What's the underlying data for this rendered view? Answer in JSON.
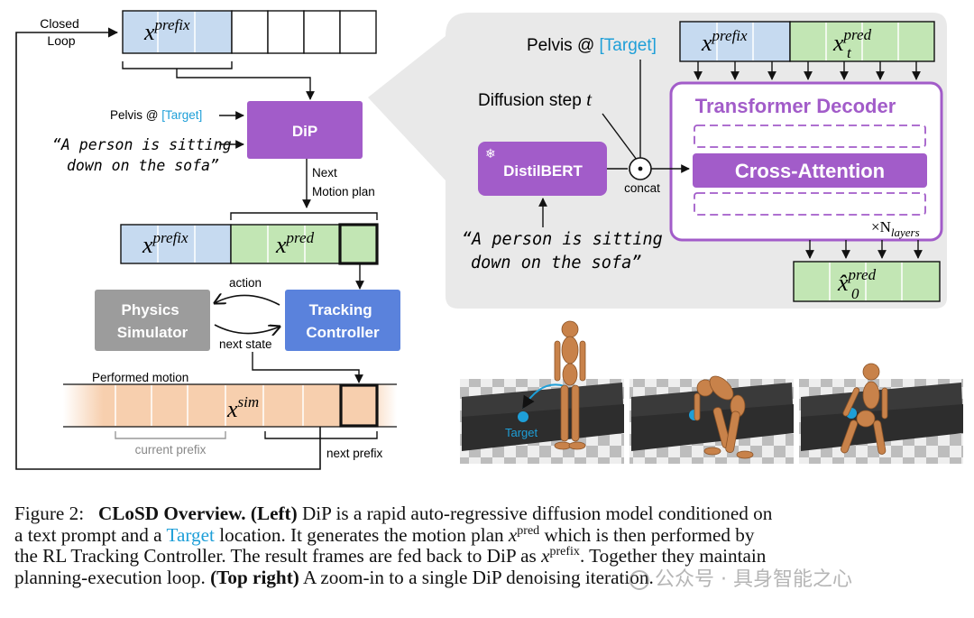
{
  "left": {
    "closed_loop_l1": "Closed",
    "closed_loop_l2": "Loop",
    "prefix_var": "x",
    "prefix_sup": "prefix",
    "pelvis_label": "Pelvis @ ",
    "target_label": "[Target]",
    "text_prompt_l1": "“A person is sitting",
    "text_prompt_l2": "down on the sofa”",
    "dip_label": "DiP",
    "next_motion_l1": "Next",
    "next_motion_l2": "Motion plan",
    "pred_var": "x",
    "pred_sup": "pred",
    "action_label": "action",
    "next_state_label": "next state",
    "physics_l1": "Physics",
    "physics_l2": "Simulator",
    "tracking_l1": "Tracking",
    "tracking_l2": "Controller",
    "performed_motion": "Performed motion",
    "sim_var": "x",
    "sim_sup": "sim",
    "current_prefix": "current prefix",
    "next_prefix": "next prefix"
  },
  "right": {
    "pelvis_label": "Pelvis @ ",
    "target_label": "[Target]",
    "prefix_var": "x",
    "prefix_sup": "prefix",
    "xt_var": "x",
    "xt_sup": "pred",
    "xt_sub": "t",
    "diffusion_step": "Diffusion step ",
    "diffusion_t": "t",
    "distilbert": "DistilBERT",
    "concat": "concat",
    "transformer_decoder": "Transformer Decoder",
    "cross_attention": "Cross-Attention",
    "nlayers_prefix": "×N",
    "nlayers_sub": "layers",
    "text_prompt_l1": "“A person is sitting",
    "text_prompt_l2": "down on the sofa”",
    "x0_var": "x̂",
    "x0_sup": "pred",
    "x0_sub": "0"
  },
  "render_target_label": "Target",
  "caption": {
    "fig_label": "Figure 2:",
    "title": "CLoSD Overview.",
    "left_tag": "(Left)",
    "l1_rest": " DiP is a rapid auto-regressive diffusion model conditioned on",
    "l2_a": "a text prompt and a ",
    "l2_target": "Target",
    "l2_b": " location. It generates the motion plan ",
    "l2_var": "x",
    "l2_sup": "pred",
    "l2_c": " which is then performed by",
    "l3_a": "the RL Tracking Controller. The result frames are fed back to DiP as ",
    "l3_var": "x",
    "l3_sup": "prefix",
    "l3_b": ". Together they maintain",
    "l4_a": "planning-execution loop. ",
    "top_right_tag": "(Top right)",
    "l4_b": " A zoom-in to a single DiP denoising iteration."
  },
  "watermark": "公众号 · 具身智能之心",
  "colors": {
    "prefix_blue": "#c6daf0",
    "pred_green": "#c2e6b4",
    "dip_purple": "#a25cc9",
    "tracking_blue": "#5a82dc",
    "physics_gray": "#9c9c9c",
    "sim_orange": "#f7cfae",
    "target_cyan": "#1e9fd8",
    "panel_gray": "#e9e9e9"
  }
}
